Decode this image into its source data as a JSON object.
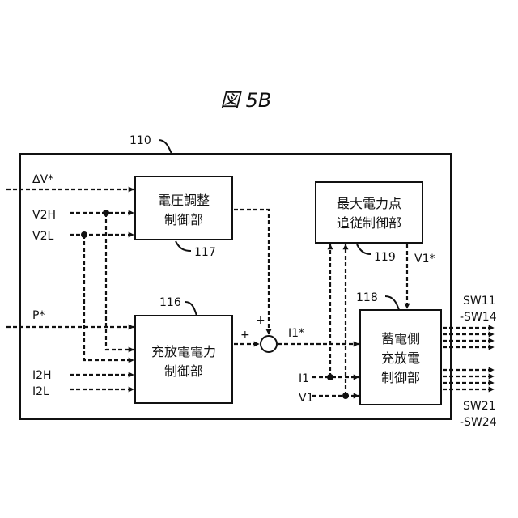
{
  "figure": {
    "title": "図 5B"
  },
  "controller": {
    "ref": "110"
  },
  "inputs": {
    "delta_v": "ΔV*",
    "v2h": "V2H",
    "v2l": "V2L",
    "p_star": "P*",
    "i2h": "I2H",
    "i2l": "I2L",
    "i1": "I1",
    "v1": "V1"
  },
  "blocks": {
    "voltage_adjust": {
      "line1": "電圧調整",
      "line2": "制御部",
      "ref": "117"
    },
    "mppt": {
      "line1": "最大電力点",
      "line2": "追従制御部",
      "ref": "119"
    },
    "charge_discharge": {
      "line1": "充放電電力",
      "line2": "制御部",
      "ref": "116"
    },
    "storage_side": {
      "line1": "蓄電側",
      "line2": "充放電",
      "line3": "制御部",
      "ref": "118"
    }
  },
  "signals": {
    "i1_star": "I1*",
    "v1_star": "V1*",
    "sum_plus_top": "+",
    "sum_plus_left": "+"
  },
  "outputs": {
    "sw_group1_line1": "SW11",
    "sw_group1_line2": "-SW14",
    "sw_group2_line1": "SW21",
    "sw_group2_line2": "-SW24"
  }
}
